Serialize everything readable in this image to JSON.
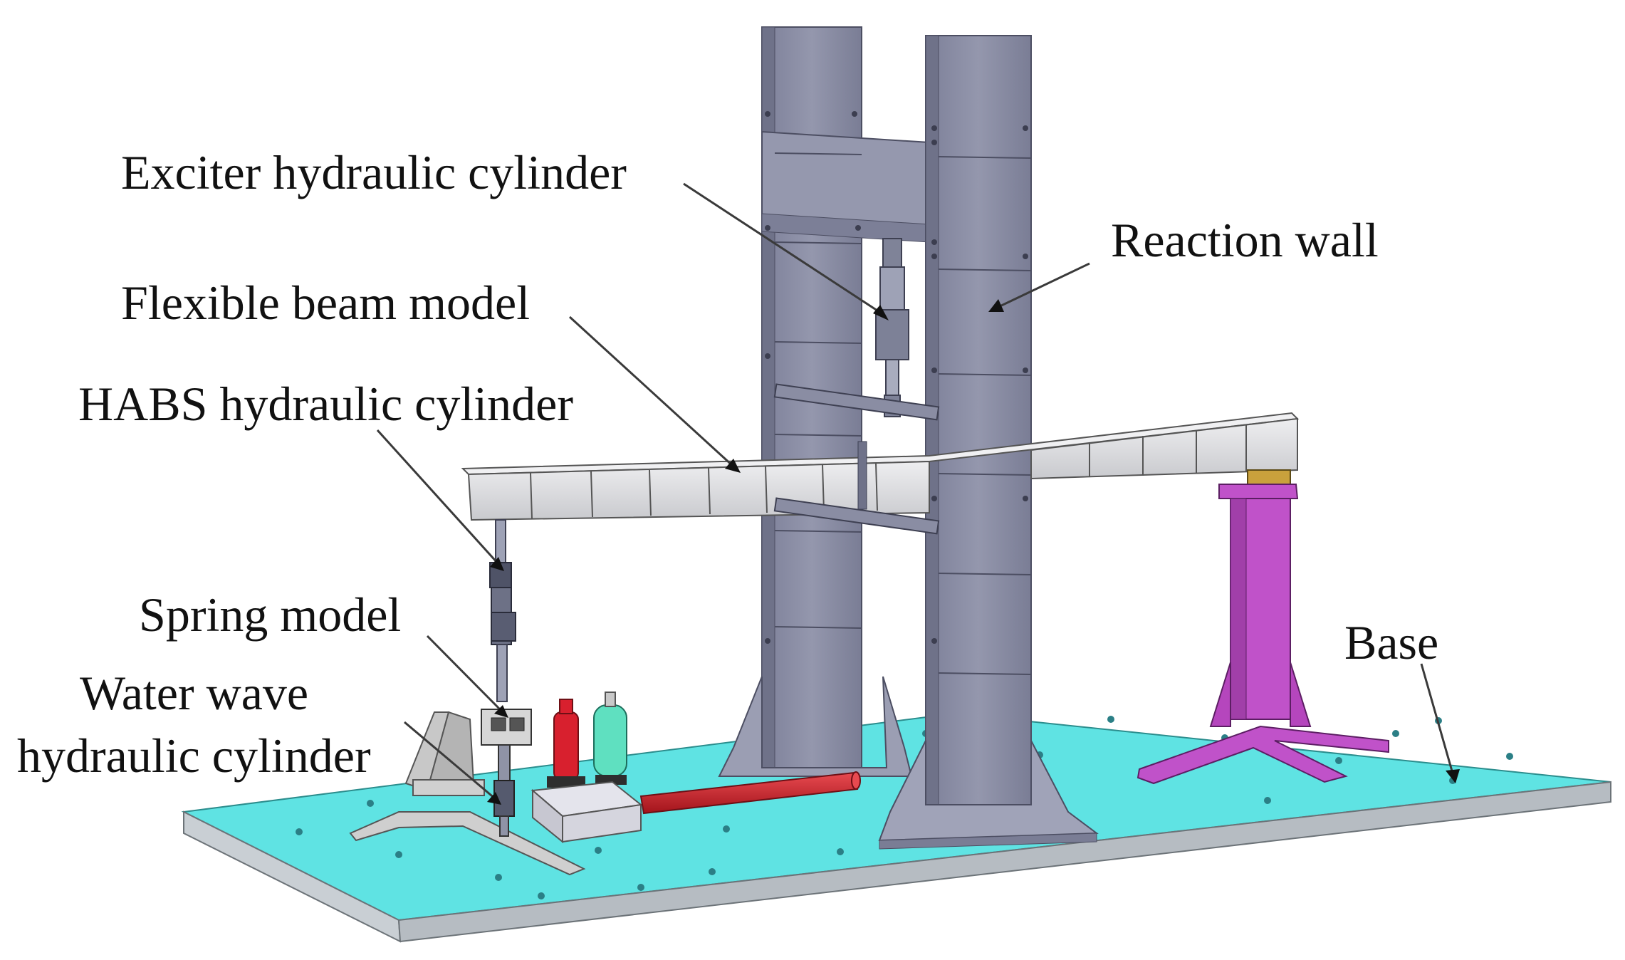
{
  "labels": {
    "exciter": "Exciter hydraulic cylinder",
    "reaction_wall": "Reaction wall",
    "flexible_beam": "Flexible beam model",
    "habs": "HABS hydraulic cylinder",
    "spring": "Spring model",
    "water_wave_line1": "Water wave",
    "water_wave_line2": "hydraulic cylinder",
    "base": "Base"
  },
  "colors": {
    "base_top": "#5fe3e3",
    "base_side": "#c9cfd4",
    "reaction_wall": "#8f92a8",
    "reaction_wall_shade": "#6e7189",
    "beam": "#d8d9dc",
    "support_column": "#c052c9",
    "accumulator_red": "#d8202e",
    "accumulator_teal": "#5fe0c0",
    "pipe_red": "#c81d25"
  }
}
